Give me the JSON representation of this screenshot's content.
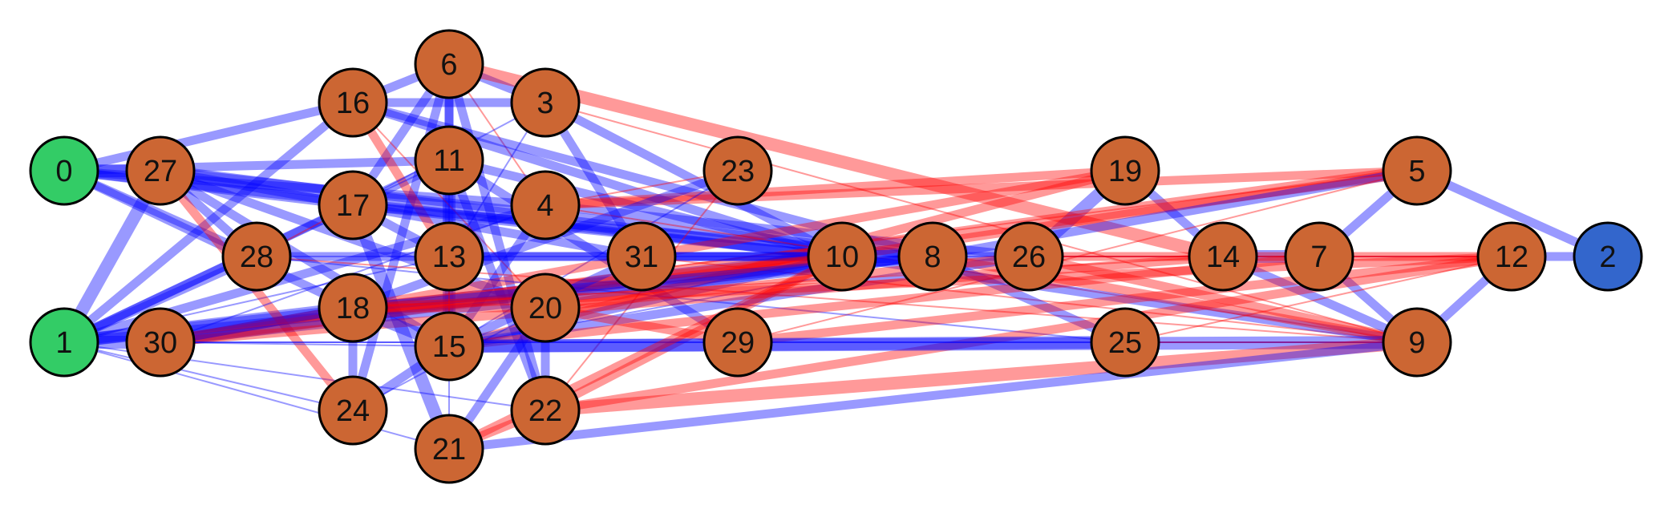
{
  "colors": {
    "background": "#ffffff",
    "source_node": "#33cc66",
    "sink_node": "#3366cc",
    "hidden_node": "#cc6633",
    "positive_edge": "#0000ff",
    "negative_edge": "#ff0000"
  },
  "nodes": [
    {
      "id": "0",
      "role": "source"
    },
    {
      "id": "1",
      "role": "source"
    },
    {
      "id": "2",
      "role": "sink"
    },
    {
      "id": "3",
      "role": "hidden"
    },
    {
      "id": "4",
      "role": "hidden"
    },
    {
      "id": "5",
      "role": "hidden"
    },
    {
      "id": "6",
      "role": "hidden"
    },
    {
      "id": "7",
      "role": "hidden"
    },
    {
      "id": "8",
      "role": "hidden"
    },
    {
      "id": "9",
      "role": "hidden"
    },
    {
      "id": "10",
      "role": "hidden"
    },
    {
      "id": "11",
      "role": "hidden"
    },
    {
      "id": "12",
      "role": "hidden"
    },
    {
      "id": "13",
      "role": "hidden"
    },
    {
      "id": "14",
      "role": "hidden"
    },
    {
      "id": "15",
      "role": "hidden"
    },
    {
      "id": "16",
      "role": "hidden"
    },
    {
      "id": "17",
      "role": "hidden"
    },
    {
      "id": "18",
      "role": "hidden"
    },
    {
      "id": "19",
      "role": "hidden"
    },
    {
      "id": "20",
      "role": "hidden"
    },
    {
      "id": "21",
      "role": "hidden"
    },
    {
      "id": "22",
      "role": "hidden"
    },
    {
      "id": "23",
      "role": "hidden"
    },
    {
      "id": "24",
      "role": "hidden"
    },
    {
      "id": "25",
      "role": "hidden"
    },
    {
      "id": "26",
      "role": "hidden"
    },
    {
      "id": "27",
      "role": "hidden"
    },
    {
      "id": "28",
      "role": "hidden"
    },
    {
      "id": "29",
      "role": "hidden"
    },
    {
      "id": "30",
      "role": "hidden"
    },
    {
      "id": "31",
      "role": "hidden"
    }
  ],
  "edges": [
    [
      "0",
      "27",
      "pos",
      3
    ],
    [
      "0",
      "28",
      "pos",
      2
    ],
    [
      "0",
      "16",
      "pos",
      2
    ],
    [
      "0",
      "11",
      "pos",
      2
    ],
    [
      "0",
      "17",
      "pos",
      2
    ],
    [
      "0",
      "18",
      "pos",
      2
    ],
    [
      "0",
      "10",
      "pos",
      2
    ],
    [
      "0",
      "4",
      "pos",
      2
    ],
    [
      "1",
      "27",
      "pos",
      3
    ],
    [
      "1",
      "16",
      "pos",
      2
    ],
    [
      "1",
      "17",
      "pos",
      2
    ],
    [
      "1",
      "28",
      "pos",
      2
    ],
    [
      "1",
      "18",
      "pos",
      3
    ],
    [
      "1",
      "11",
      "pos",
      2
    ],
    [
      "1",
      "10",
      "pos",
      3
    ],
    [
      "1",
      "8",
      "pos",
      2
    ],
    [
      "1",
      "22",
      "pos",
      1
    ],
    [
      "1",
      "24",
      "pos",
      1
    ],
    [
      "1",
      "21",
      "pos",
      1
    ],
    [
      "1",
      "30",
      "pos",
      3
    ],
    [
      "1",
      "13",
      "pos",
      1
    ],
    [
      "1",
      "4",
      "pos",
      2
    ],
    [
      "27",
      "28",
      "pos",
      2
    ],
    [
      "27",
      "10",
      "pos",
      3
    ],
    [
      "27",
      "24",
      "neg",
      2
    ],
    [
      "27",
      "15",
      "pos",
      2
    ],
    [
      "27",
      "31",
      "pos",
      2
    ],
    [
      "27",
      "20",
      "pos",
      2
    ],
    [
      "27",
      "8",
      "pos",
      2
    ],
    [
      "6",
      "16",
      "pos",
      2
    ],
    [
      "6",
      "3",
      "pos",
      2
    ],
    [
      "6",
      "11",
      "pos",
      2
    ],
    [
      "6",
      "17",
      "pos",
      2
    ],
    [
      "6",
      "15",
      "pos",
      2
    ],
    [
      "6",
      "22",
      "pos",
      2
    ],
    [
      "6",
      "4",
      "neg",
      1
    ],
    [
      "6",
      "14",
      "neg",
      3
    ],
    [
      "6",
      "24",
      "pos",
      2
    ],
    [
      "16",
      "3",
      "pos",
      2
    ],
    [
      "16",
      "10",
      "pos",
      2
    ],
    [
      "16",
      "13",
      "neg",
      2
    ],
    [
      "16",
      "20",
      "neg",
      1
    ],
    [
      "16",
      "8",
      "pos",
      2
    ],
    [
      "3",
      "31",
      "pos",
      2
    ],
    [
      "3",
      "13",
      "pos",
      1
    ],
    [
      "3",
      "10",
      "pos",
      2
    ],
    [
      "3",
      "17",
      "pos",
      1
    ],
    [
      "3",
      "9",
      "neg",
      1
    ],
    [
      "11",
      "15",
      "pos",
      3
    ],
    [
      "11",
      "10",
      "pos",
      2
    ],
    [
      "11",
      "22",
      "pos",
      2
    ],
    [
      "11",
      "17",
      "pos",
      1
    ],
    [
      "11",
      "29",
      "pos",
      2
    ],
    [
      "11",
      "21",
      "pos",
      1
    ],
    [
      "17",
      "21",
      "pos",
      3
    ],
    [
      "17",
      "13",
      "pos",
      2
    ],
    [
      "17",
      "28",
      "neg",
      1
    ],
    [
      "17",
      "8",
      "pos",
      2
    ],
    [
      "17",
      "10",
      "pos",
      2
    ],
    [
      "4",
      "15",
      "pos",
      2
    ],
    [
      "4",
      "26",
      "pos",
      2
    ],
    [
      "4",
      "19",
      "neg",
      2
    ],
    [
      "4",
      "5",
      "neg",
      2
    ],
    [
      "4",
      "23",
      "neg",
      1
    ],
    [
      "4",
      "9",
      "neg",
      1
    ],
    [
      "4",
      "30",
      "pos",
      1
    ],
    [
      "23",
      "18",
      "pos",
      2
    ],
    [
      "23",
      "15",
      "pos",
      1
    ],
    [
      "23",
      "22",
      "neg",
      1
    ],
    [
      "19",
      "15",
      "neg",
      2
    ],
    [
      "19",
      "26",
      "pos",
      3
    ],
    [
      "19",
      "14",
      "pos",
      2
    ],
    [
      "19",
      "30",
      "neg",
      2
    ],
    [
      "5",
      "30",
      "neg",
      3
    ],
    [
      "5",
      "10",
      "neg",
      2
    ],
    [
      "5",
      "8",
      "pos",
      2
    ],
    [
      "5",
      "7",
      "pos",
      2
    ],
    [
      "5",
      "2",
      "pos",
      2
    ],
    [
      "5",
      "29",
      "neg",
      1
    ],
    [
      "5",
      "18",
      "neg",
      1
    ],
    [
      "28",
      "13",
      "pos",
      1
    ],
    [
      "28",
      "10",
      "pos",
      2
    ],
    [
      "28",
      "9",
      "neg",
      1
    ],
    [
      "28",
      "25",
      "pos",
      1
    ],
    [
      "13",
      "10",
      "pos",
      2
    ],
    [
      "13",
      "12",
      "pos",
      1
    ],
    [
      "31",
      "10",
      "pos",
      2
    ],
    [
      "31",
      "9",
      "neg",
      1
    ],
    [
      "10",
      "8",
      "pos",
      3
    ],
    [
      "10",
      "20",
      "neg",
      2
    ],
    [
      "10",
      "22",
      "neg",
      2
    ],
    [
      "10",
      "15",
      "pos",
      2
    ],
    [
      "10",
      "9",
      "pos",
      2
    ],
    [
      "10",
      "30",
      "neg",
      2
    ],
    [
      "10",
      "18",
      "neg",
      2
    ],
    [
      "8",
      "26",
      "pos",
      2
    ],
    [
      "8",
      "18",
      "pos",
      2
    ],
    [
      "8",
      "25",
      "pos",
      2
    ],
    [
      "8",
      "9",
      "neg",
      2
    ],
    [
      "8",
      "30",
      "pos",
      2
    ],
    [
      "8",
      "15",
      "pos",
      1
    ],
    [
      "26",
      "14",
      "neg",
      2
    ],
    [
      "26",
      "9",
      "neg",
      2
    ],
    [
      "26",
      "15",
      "pos",
      2
    ],
    [
      "26",
      "20",
      "neg",
      2
    ],
    [
      "26",
      "7",
      "neg",
      1
    ],
    [
      "14",
      "7",
      "pos",
      3
    ],
    [
      "14",
      "9",
      "pos",
      2
    ],
    [
      "14",
      "12",
      "neg",
      2
    ],
    [
      "14",
      "30",
      "neg",
      2
    ],
    [
      "14",
      "18",
      "neg",
      1
    ],
    [
      "7",
      "12",
      "neg",
      1
    ],
    [
      "7",
      "9",
      "pos",
      2
    ],
    [
      "7",
      "15",
      "neg",
      2
    ],
    [
      "12",
      "2",
      "pos",
      2
    ],
    [
      "12",
      "9",
      "pos",
      2
    ],
    [
      "12",
      "29",
      "neg",
      2
    ],
    [
      "12",
      "25",
      "neg",
      1
    ],
    [
      "12",
      "22",
      "neg",
      2
    ],
    [
      "12",
      "18",
      "neg",
      2
    ],
    [
      "12",
      "26",
      "neg",
      1
    ],
    [
      "18",
      "15",
      "pos",
      3
    ],
    [
      "18",
      "20",
      "neg",
      2
    ],
    [
      "18",
      "30",
      "pos",
      2
    ],
    [
      "18",
      "24",
      "pos",
      2
    ],
    [
      "30",
      "29",
      "pos",
      1
    ],
    [
      "30",
      "9",
      "pos",
      1
    ],
    [
      "20",
      "29",
      "neg",
      2
    ],
    [
      "20",
      "22",
      "pos",
      2
    ],
    [
      "20",
      "21",
      "pos",
      2
    ],
    [
      "15",
      "25",
      "pos",
      3
    ],
    [
      "15",
      "31",
      "pos",
      2
    ],
    [
      "15",
      "9",
      "pos",
      3
    ],
    [
      "15",
      "13",
      "neg",
      1
    ],
    [
      "22",
      "9",
      "neg",
      3
    ],
    [
      "22",
      "21",
      "neg",
      2
    ],
    [
      "21",
      "9",
      "pos",
      2
    ],
    [
      "21",
      "10",
      "neg",
      2
    ],
    [
      "24",
      "15",
      "pos",
      2
    ],
    [
      "24",
      "20",
      "pos",
      1
    ],
    [
      "29",
      "9",
      "pos",
      1
    ],
    [
      "25",
      "9",
      "neg",
      1
    ],
    [
      "30",
      "15",
      "pos",
      1
    ]
  ]
}
